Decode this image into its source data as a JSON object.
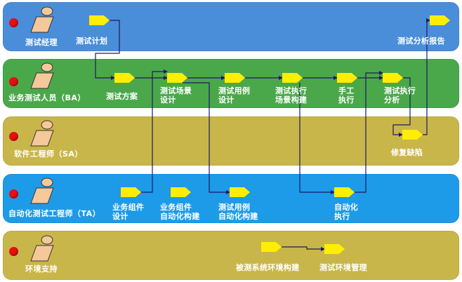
{
  "colors": {
    "lane_manager": "#4a8ed9",
    "lane_ba": "#4aa84a",
    "lane_sa": "#c9b64a",
    "lane_ta": "#1d9be8",
    "lane_env": "#c9b64a",
    "node_fill": "#ffee00",
    "dot": "#e8100f",
    "line": "#1a1a66"
  },
  "lanes": [
    {
      "id": "manager",
      "title": "测试经理"
    },
    {
      "id": "ba",
      "title": "业务测试人员（BA）"
    },
    {
      "id": "sa",
      "title": "软件工程师（SA）"
    },
    {
      "id": "ta",
      "title": "自动化测试工程师（TA）"
    },
    {
      "id": "env",
      "title": "环境支持"
    }
  ],
  "nodes": {
    "test_plan": "测试计划",
    "test_report": "测试分析报告",
    "test_scheme": "测试方案",
    "scenario_design": "测试场景\n设计",
    "case_design": "测试用例\n设计",
    "scenario_build": "测试执行\n场景构建",
    "manual_exec": "手工\n执行",
    "exec_analysis": "测试执行\n分析",
    "fix_defect": "修复缺陷",
    "component_design": "业务组件\n设计",
    "component_build": "业务组件\n自动化构建",
    "case_build": "测试用例\n自动化构建",
    "auto_exec": "自动化\n执行",
    "env_build": "被测系统环境构建",
    "env_manage": "测试环境管理"
  }
}
